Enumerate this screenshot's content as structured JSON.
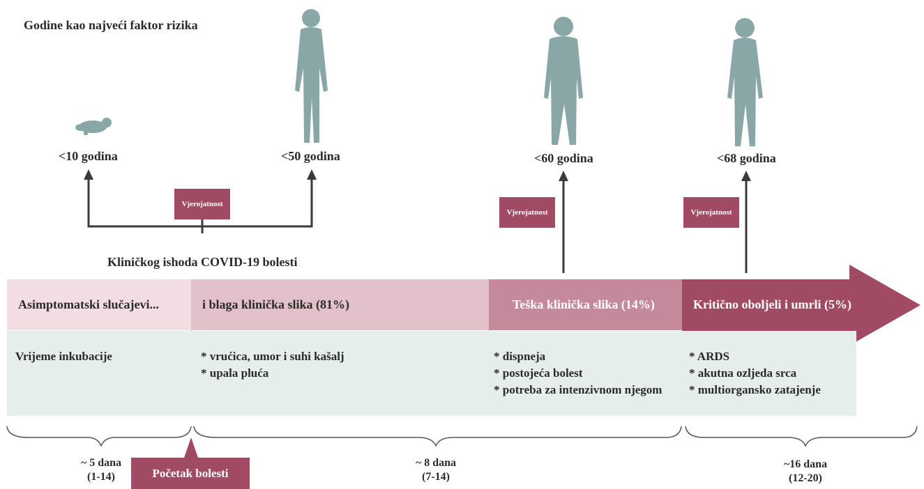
{
  "title": "Godine kao najveći faktor rizika",
  "ages": [
    "<10 godina",
    "<50 godina",
    "<60 godina",
    "<68 godina"
  ],
  "probability_label": "Vjerojatnost",
  "outcome_label": "Kliničkog ishoda COVID-19 bolesti",
  "stages": [
    {
      "header": "Asimptomatski slučajevi...",
      "sub": "Vrijeme inkubacije"
    },
    {
      "header": "i blaga klinička slika (81%)",
      "symptoms": [
        "* vrućica, umor i suhi kašalj",
        "* upala pluća"
      ]
    },
    {
      "header": "Teška klinička slika (14%)",
      "symptoms": [
        "* dispneja",
        "* postojeća bolest",
        "* potreba za intenzivnom njegom"
      ]
    },
    {
      "header": "Kritično oboljeli i umrli (5%)",
      "symptoms": [
        "* ARDS",
        "* akutna ozljeda srca",
        "* multiorgansko zatajenje"
      ]
    }
  ],
  "durations": [
    {
      "days": "~ 5 dana",
      "range": "(1-14)"
    },
    {
      "days": "~ 8 dana",
      "range": "(7-14)"
    },
    {
      "days": "~16 dana",
      "range": "(12-20)"
    }
  ],
  "onset_label": "Početak bolesti",
  "colors": {
    "figure": "#8aa7a7",
    "accent": "#a14a64",
    "band_light": "#f2dde3",
    "band_mid": "#e2c1ca",
    "band_dark": "#c48a9c",
    "band_critical": "#a14a64",
    "symptom_bg": "#e6eded"
  }
}
